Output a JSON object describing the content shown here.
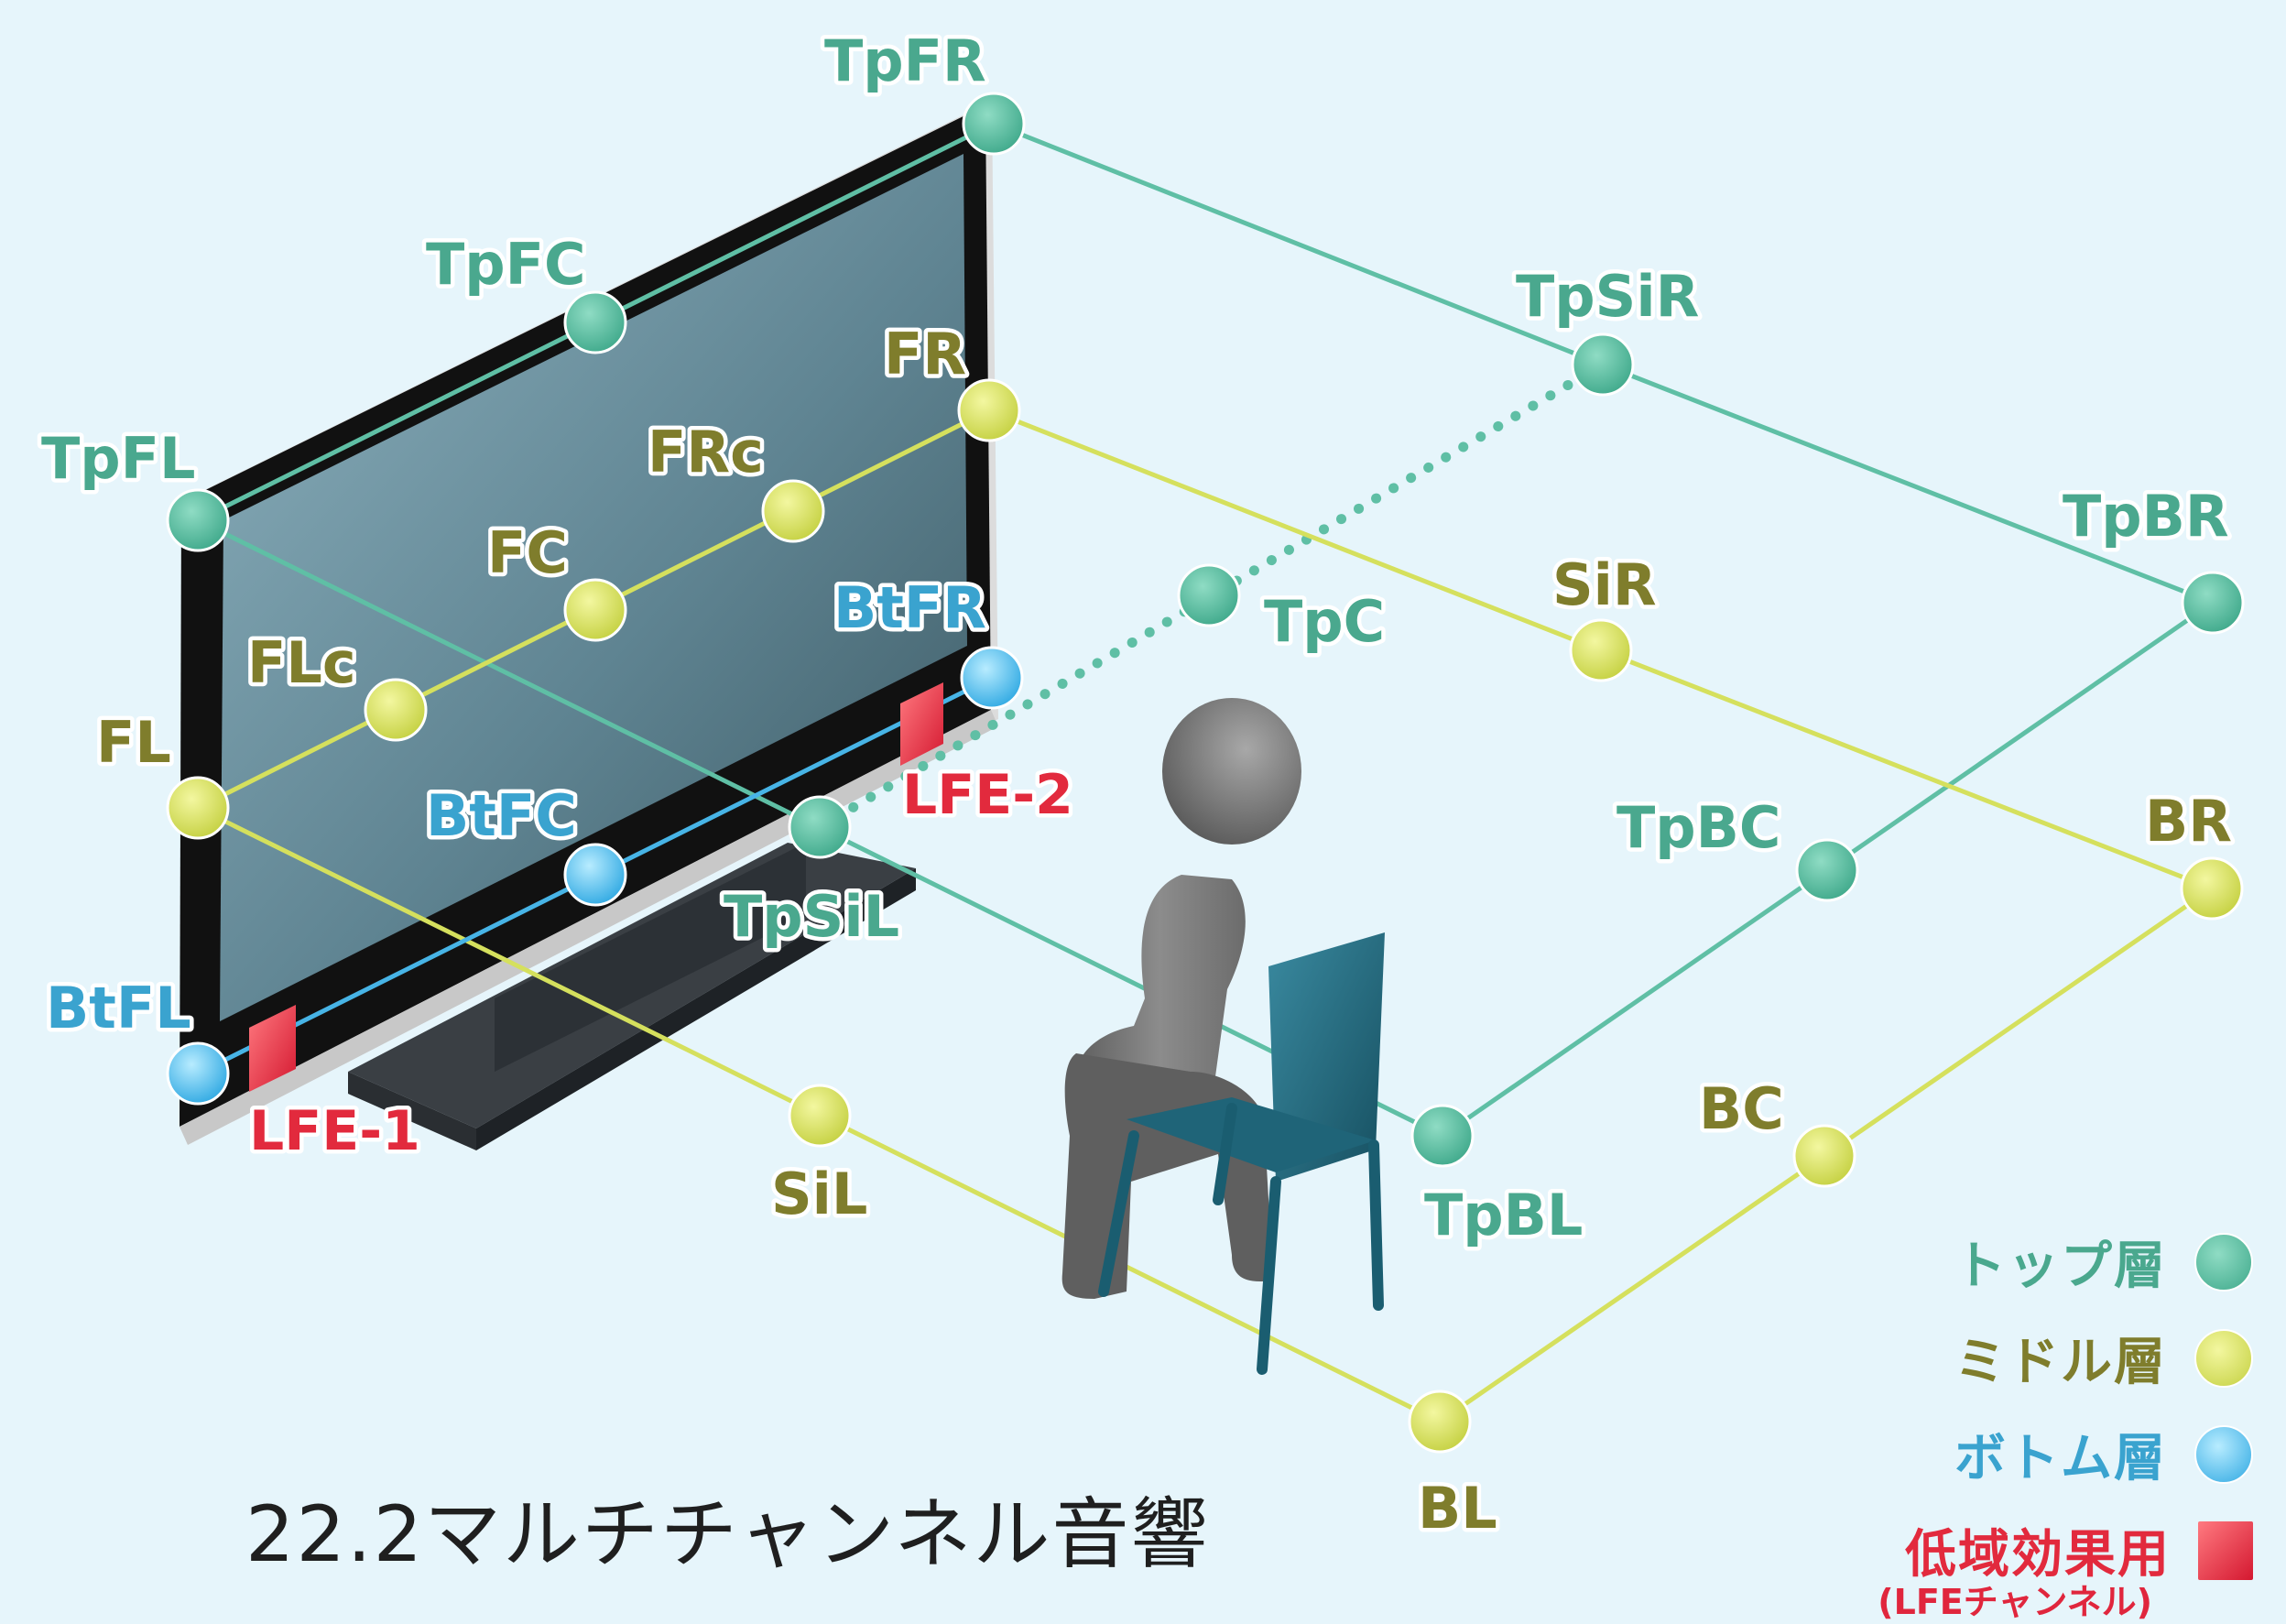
{
  "title": "22.2マルチチャンネル音響",
  "colors": {
    "top": "#5fbfa5",
    "top_text": "#4aa88e",
    "middle": "#d5e05d",
    "middle_text": "#7f7d2c",
    "bottom": "#47b4e6",
    "bottom_text": "#3aa3cf",
    "lfe": "#e22a3d",
    "background": "#e6f5fb"
  },
  "legend": {
    "top": "トップ層",
    "middle": "ミドル層",
    "bottom": "ボトム層",
    "lfe": "低域効果用",
    "lfe_sub": "(LFEチャンネル)"
  },
  "speakers": [
    {
      "id": "TpFL",
      "label": "TpFL",
      "layer": "top"
    },
    {
      "id": "TpFC",
      "label": "TpFC",
      "layer": "top"
    },
    {
      "id": "TpFR",
      "label": "TpFR",
      "layer": "top"
    },
    {
      "id": "TpSiL",
      "label": "TpSiL",
      "layer": "top"
    },
    {
      "id": "TpC",
      "label": "TpC",
      "layer": "top"
    },
    {
      "id": "TpSiR",
      "label": "TpSiR",
      "layer": "top"
    },
    {
      "id": "TpBL",
      "label": "TpBL",
      "layer": "top"
    },
    {
      "id": "TpBC",
      "label": "TpBC",
      "layer": "top"
    },
    {
      "id": "TpBR",
      "label": "TpBR",
      "layer": "top"
    },
    {
      "id": "FL",
      "label": "FL",
      "layer": "middle"
    },
    {
      "id": "FLc",
      "label": "FLc",
      "layer": "middle"
    },
    {
      "id": "FC",
      "label": "FC",
      "layer": "middle"
    },
    {
      "id": "FRc",
      "label": "FRc",
      "layer": "middle"
    },
    {
      "id": "FR",
      "label": "FR",
      "layer": "middle"
    },
    {
      "id": "SiL",
      "label": "SiL",
      "layer": "middle"
    },
    {
      "id": "SiR",
      "label": "SiR",
      "layer": "middle"
    },
    {
      "id": "BL",
      "label": "BL",
      "layer": "middle"
    },
    {
      "id": "BC",
      "label": "BC",
      "layer": "middle"
    },
    {
      "id": "BR",
      "label": "BR",
      "layer": "middle"
    },
    {
      "id": "BtFL",
      "label": "BtFL",
      "layer": "bottom"
    },
    {
      "id": "BtFC",
      "label": "BtFC",
      "layer": "bottom"
    },
    {
      "id": "BtFR",
      "label": "BtFR",
      "layer": "bottom"
    },
    {
      "id": "LFE1",
      "label": "LFE-1",
      "layer": "lfe"
    },
    {
      "id": "LFE2",
      "label": "LFE-2",
      "layer": "lfe"
    }
  ]
}
